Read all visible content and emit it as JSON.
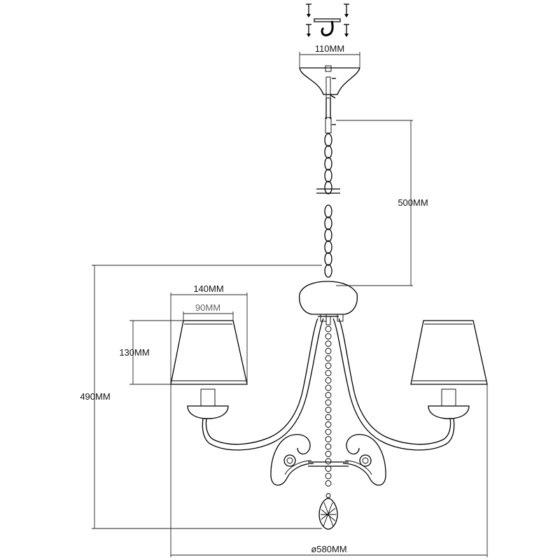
{
  "dimensions": {
    "canopy_width": "110MM",
    "chain_length": "500MM",
    "shade_top_width": "90MM",
    "shade_bottom_width": "140MM",
    "shade_height": "130MM",
    "total_height": "490MM",
    "diameter": "ø580MM"
  }
}
